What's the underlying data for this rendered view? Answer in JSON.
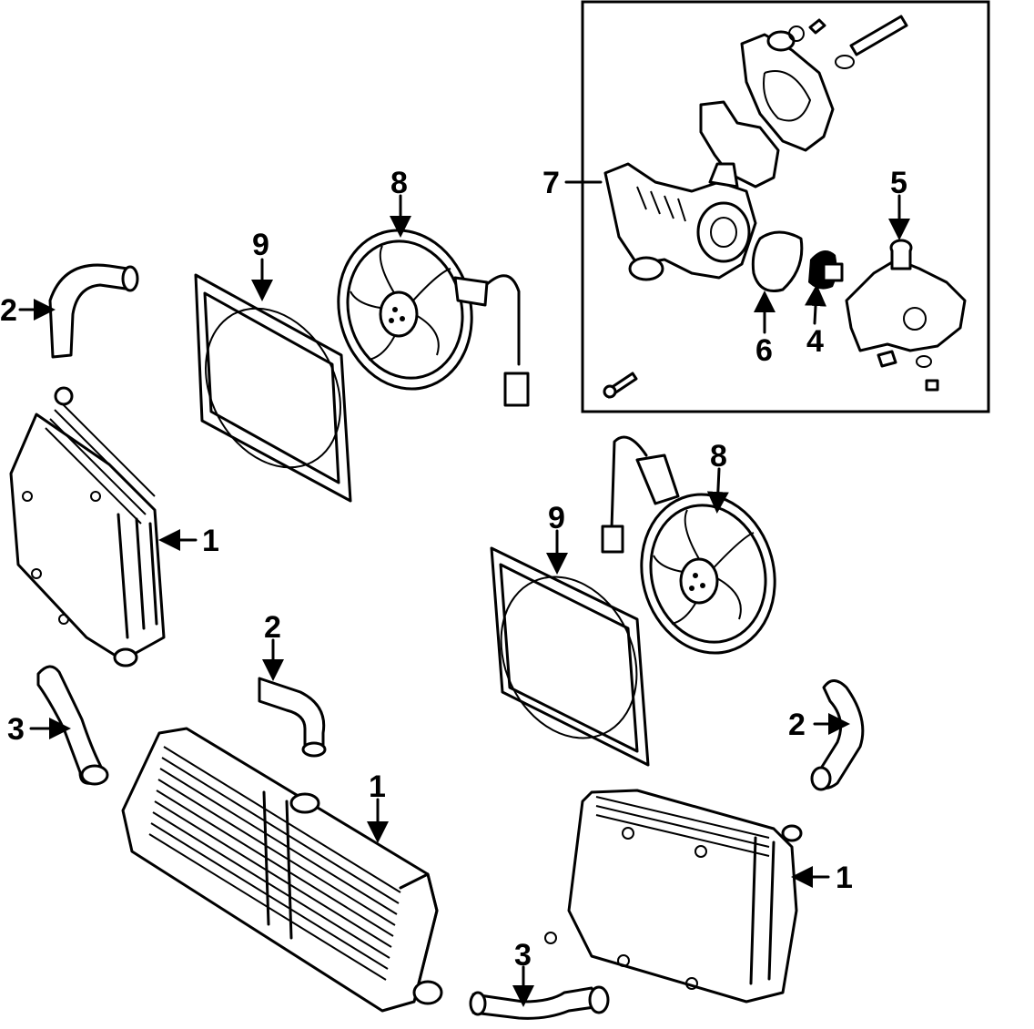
{
  "callouts": {
    "c1_left": "1",
    "c1_center": "1",
    "c1_right": "1",
    "c2_topleft": "2",
    "c2_center": "2",
    "c2_right": "2",
    "c3_left": "3",
    "c3_bottom": "3",
    "c4": "4",
    "c5": "5",
    "c6": "6",
    "c7": "7",
    "c8_top": "8",
    "c8_right": "8",
    "c9_top": "9",
    "c9_right": "9"
  },
  "colors": {
    "line": "#000000",
    "background": "#ffffff"
  }
}
